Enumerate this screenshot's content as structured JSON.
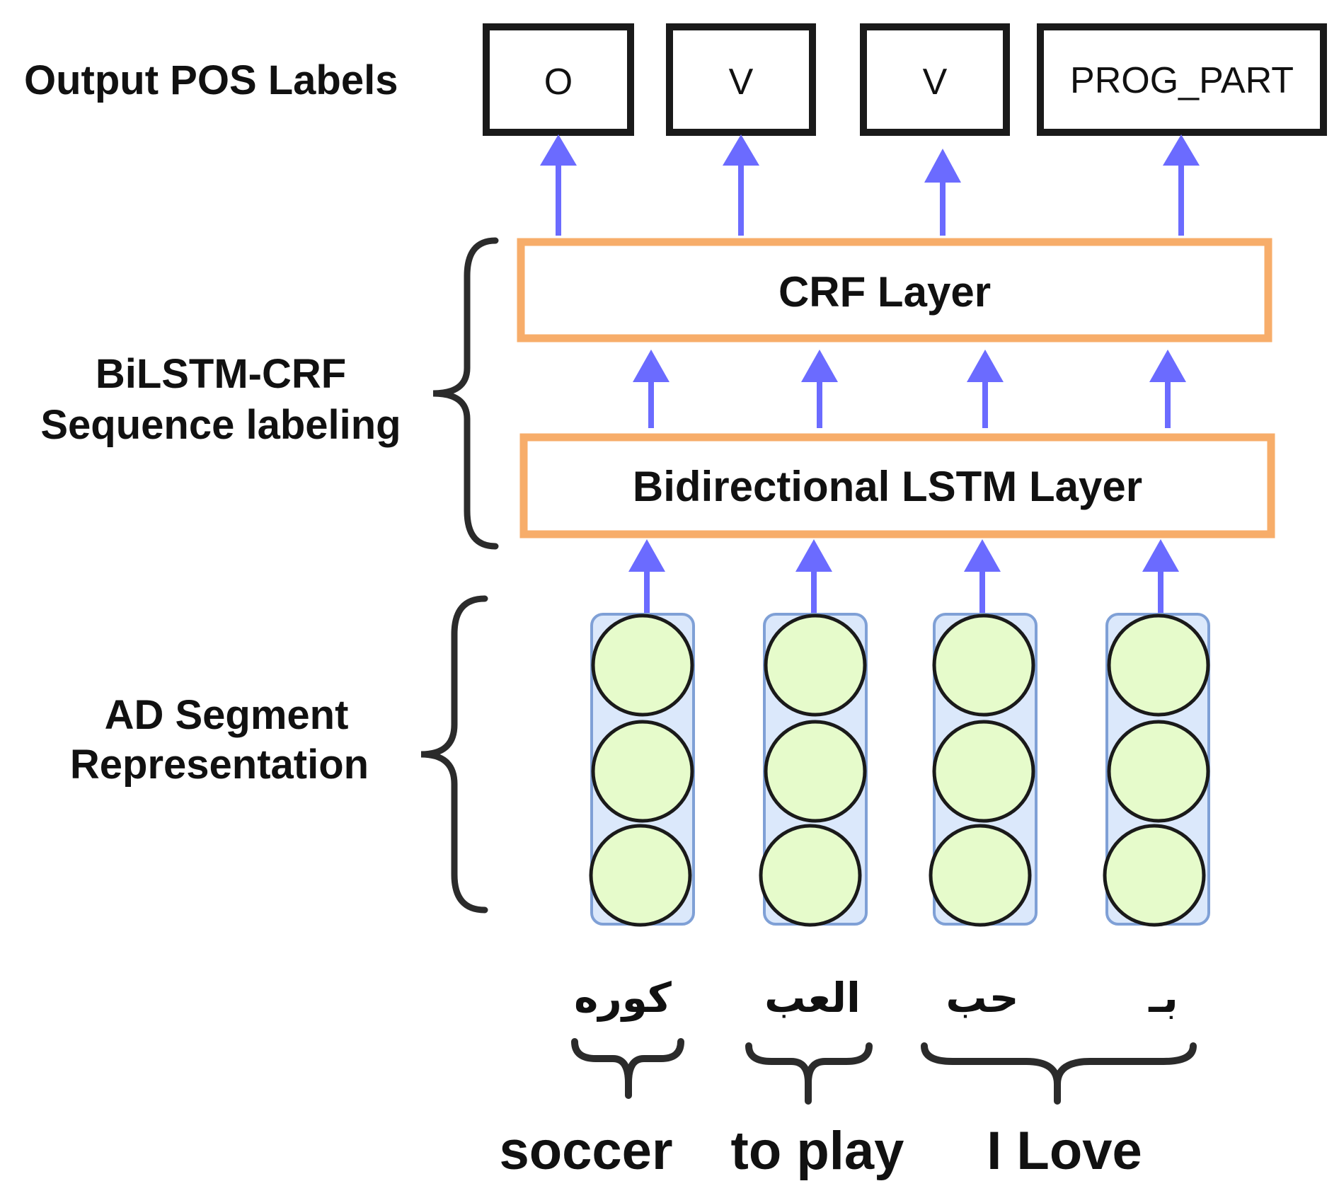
{
  "labels": {
    "output": "Output POS Labels",
    "bilstm_crf_line1": "BiLSTM-CRF",
    "bilstm_crf_line2": "Sequence labeling",
    "ad_line1": "AD Segment",
    "ad_line2": "Representation"
  },
  "pos_tags": [
    "O",
    "V",
    "V",
    "PROG_PART"
  ],
  "layers": {
    "crf": "CRF Layer",
    "bilstm": "Bidirectional LSTM Layer"
  },
  "arabic_segments": [
    "كوره",
    "العب",
    "حب",
    "بـ"
  ],
  "english_words": [
    "soccer",
    "to play",
    "I Love"
  ],
  "colors": {
    "arrow": "#6b6bff",
    "layer_border": "#f7ad6a",
    "column_fill": "#dbe8fb",
    "column_border": "#7fa0d6",
    "neuron_fill": "#e6fbcb",
    "stroke": "#1a1a1a"
  }
}
